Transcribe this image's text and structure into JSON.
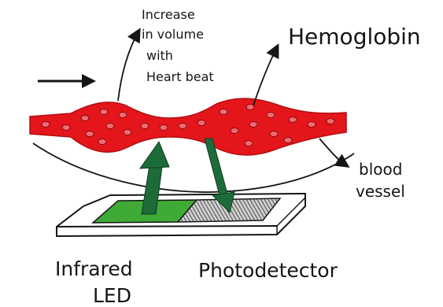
{
  "labels": {
    "increase_line1": "Increase",
    "increase_line2": "in volume",
    "increase_line3": "with",
    "increase_line4": "Heart beat",
    "hemoglobin": "Hemoglobin",
    "blood_line1": "blood",
    "blood_line2": "vessel",
    "infrared_line1": "Infrared",
    "infrared_line2": "LED",
    "photodetector": "Photodetector"
  },
  "colors": {
    "blood": "#e4161b",
    "cell": "#f06a73",
    "led": "#3faa36",
    "arrow": "#1e6b3a",
    "ink": "#151515"
  }
}
